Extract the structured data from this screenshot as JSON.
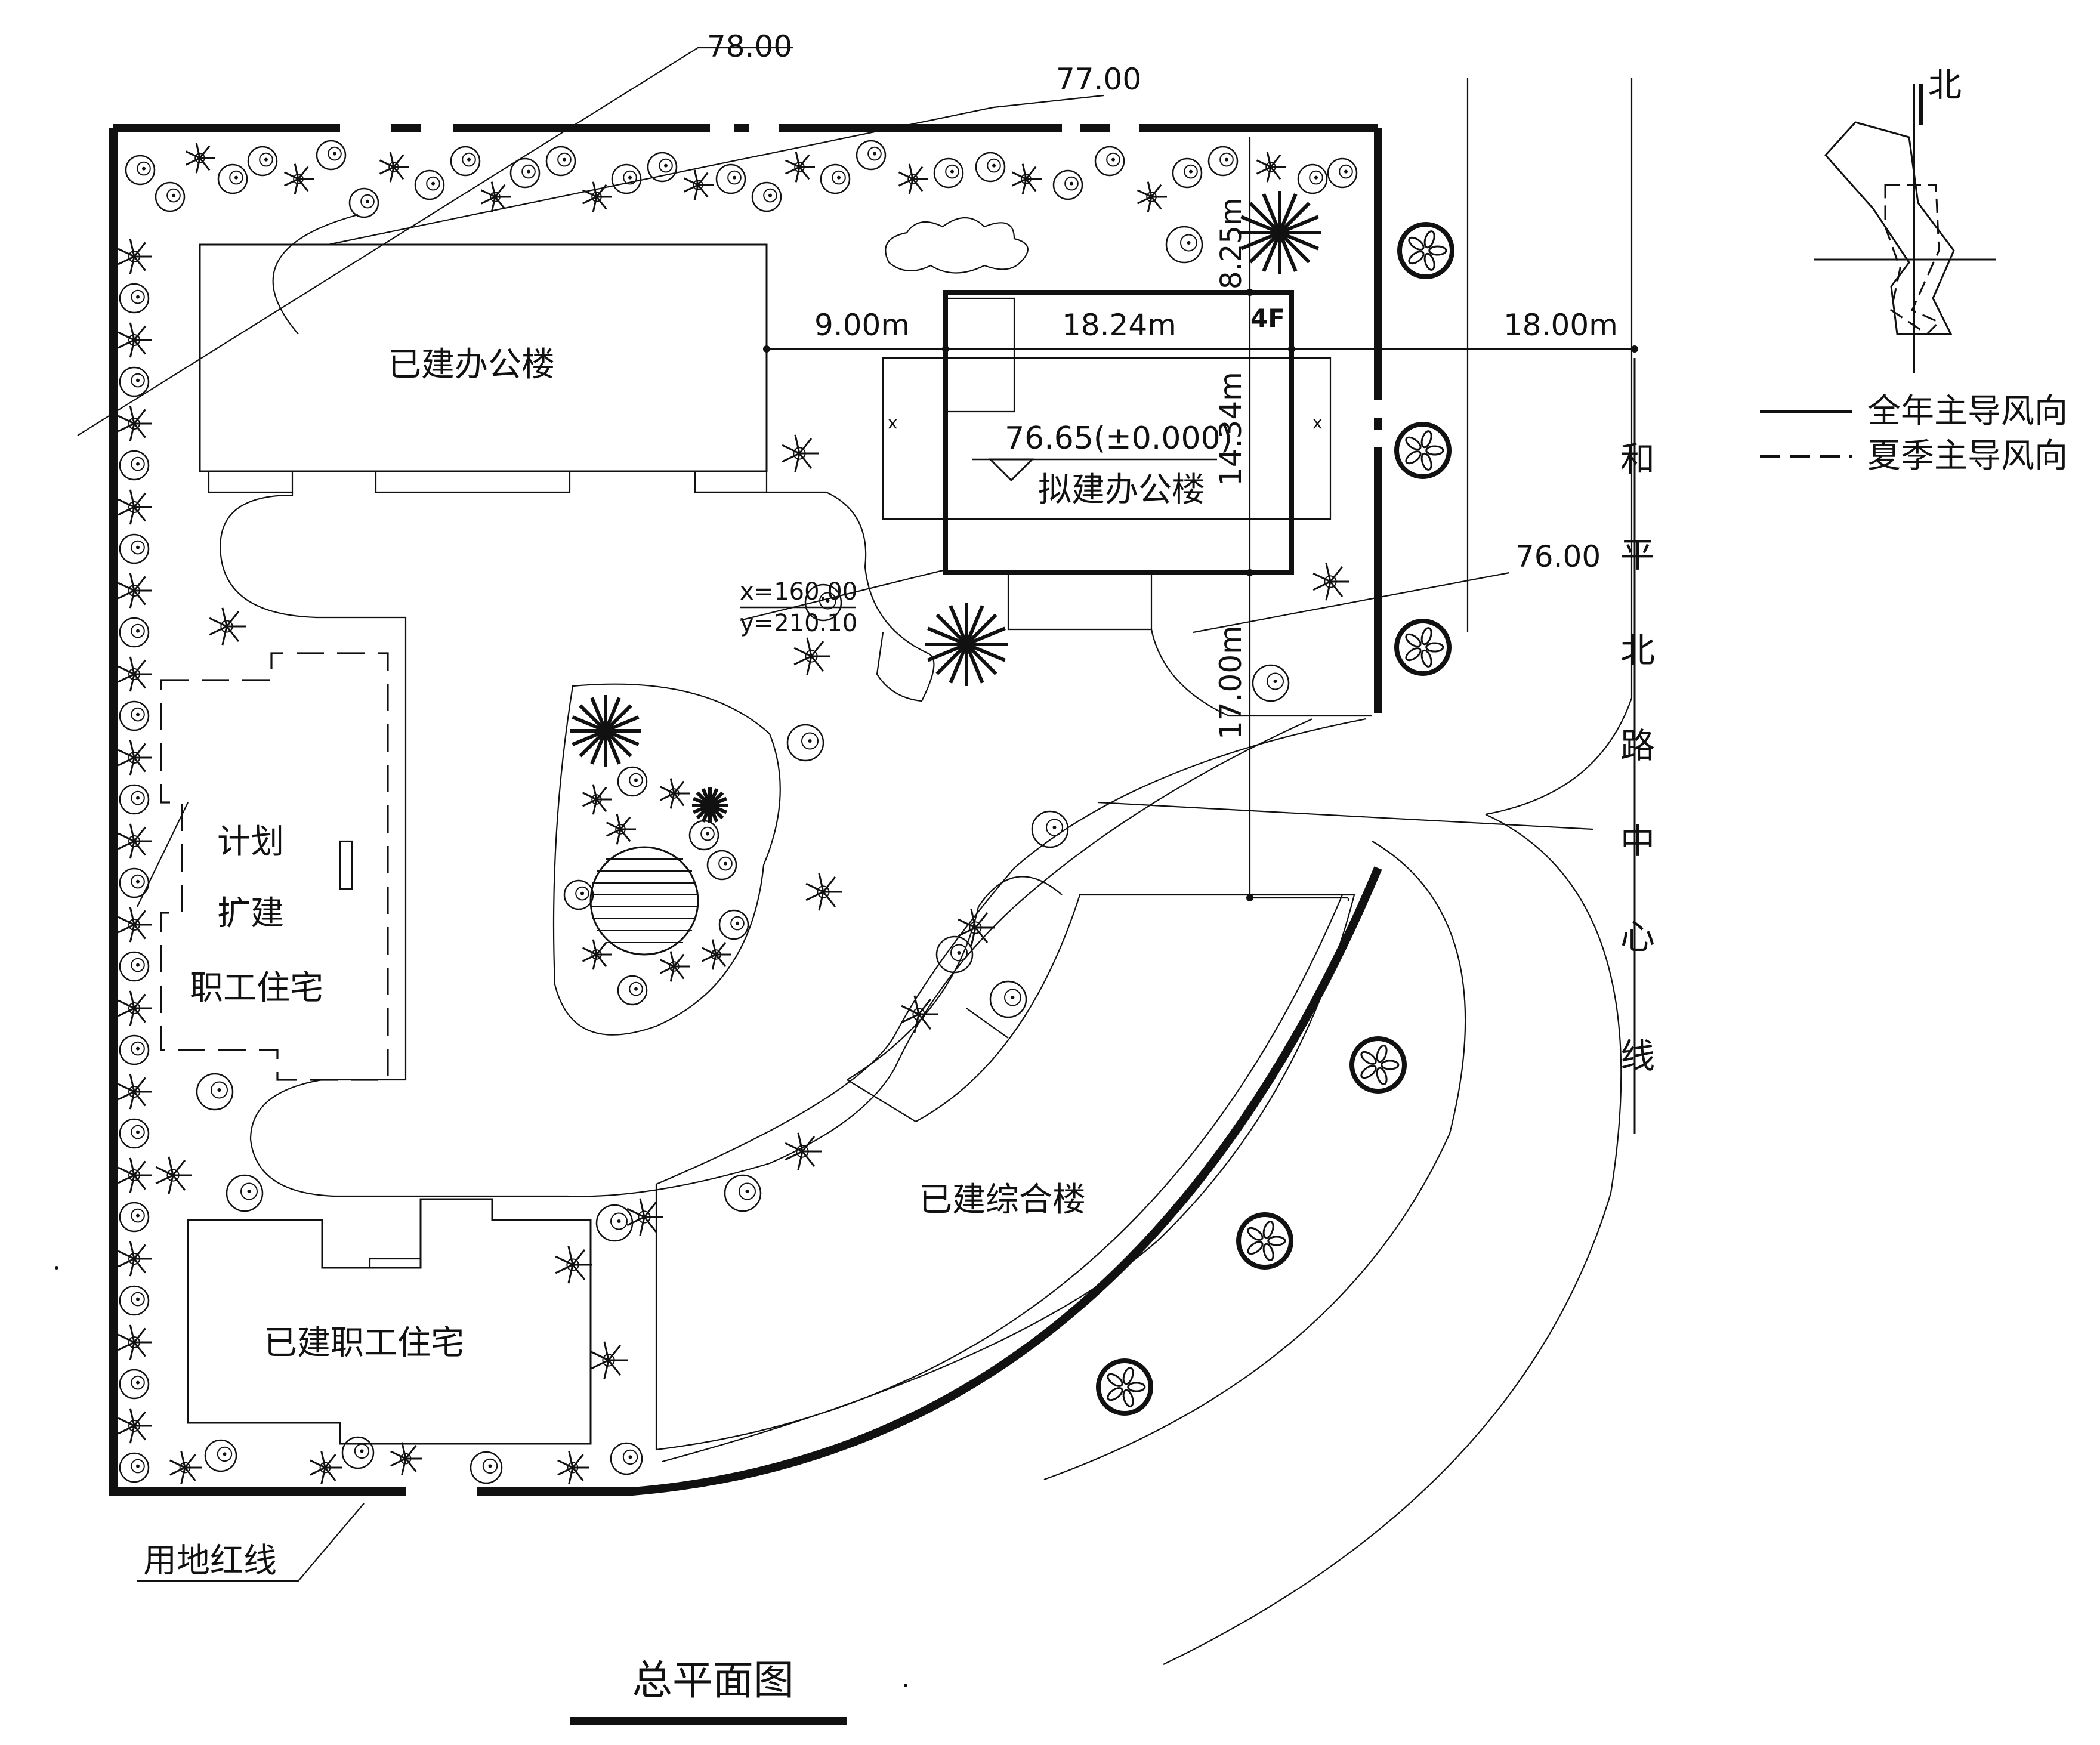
{
  "elevations": {
    "contour_78": "78.00",
    "contour_77": "77.00",
    "contour_76": "76.00"
  },
  "buildings": {
    "existing_office": "已建办公楼",
    "proposed_office": "拟建办公楼",
    "proposed_floors": "4F",
    "planned_housing": [
      "计划",
      "扩建",
      "职工住宅"
    ],
    "existing_staff_housing": "已建职工住宅",
    "existing_complex": "已建综合楼"
  },
  "dimensions": {
    "setback_west": "9.00m",
    "building_width": "18.24m",
    "building_depth": "14.34m",
    "setback_north": "8.25m",
    "setback_south": "17.00m",
    "road_offset": "18.00m",
    "ground_level": "76.65(±0.000)"
  },
  "coordinates": {
    "x": "x=160.00",
    "y": "y=210.10"
  },
  "road_name": [
    "和",
    "平",
    "北",
    "路",
    "中",
    "心",
    "线"
  ],
  "boundary_label": "用地红线",
  "title": "总平面图",
  "compass": {
    "north_label": "北"
  },
  "legend": [
    {
      "line": "solid",
      "label": "全年主导风向"
    },
    {
      "line": "dashed",
      "label": "夏季主导风向"
    }
  ]
}
